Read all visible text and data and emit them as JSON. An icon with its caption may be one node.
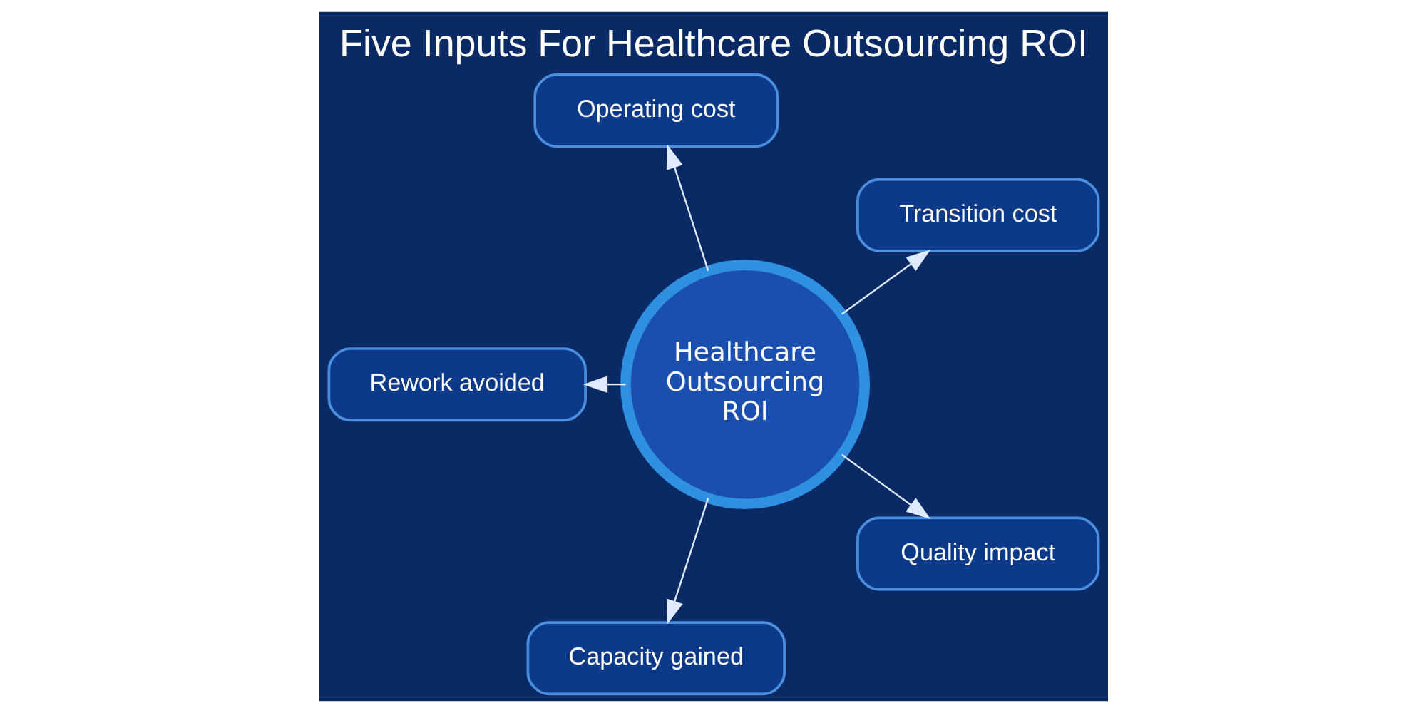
{
  "diagram": {
    "title": "Five Inputs For Healthcare Outsourcing ROI",
    "nodes": [
      {
        "text": [
          "Transition cost"
        ]
      },
      {
        "text": [
          "Operating cost"
        ]
      },
      {
        "text": [
          "Healthcare Outsourcing ROI"
        ]
      },
      {
        "text": [
          "Rework avoided"
        ]
      },
      {
        "text": [
          "Capacity gained"
        ]
      },
      {
        "text": [
          "Quality impact"
        ]
      }
    ],
    "edges": [
      {
        "from": 2,
        "to": 0,
        "arrow": "to"
      },
      {
        "from": 2,
        "to": 1,
        "arrow": "to"
      },
      {
        "from": 2,
        "to": 3,
        "arrow": "to"
      },
      {
        "from": 2,
        "to": 4,
        "arrow": "to"
      },
      {
        "from": 2,
        "to": 5,
        "arrow": "to"
      }
    ]
  }
}
